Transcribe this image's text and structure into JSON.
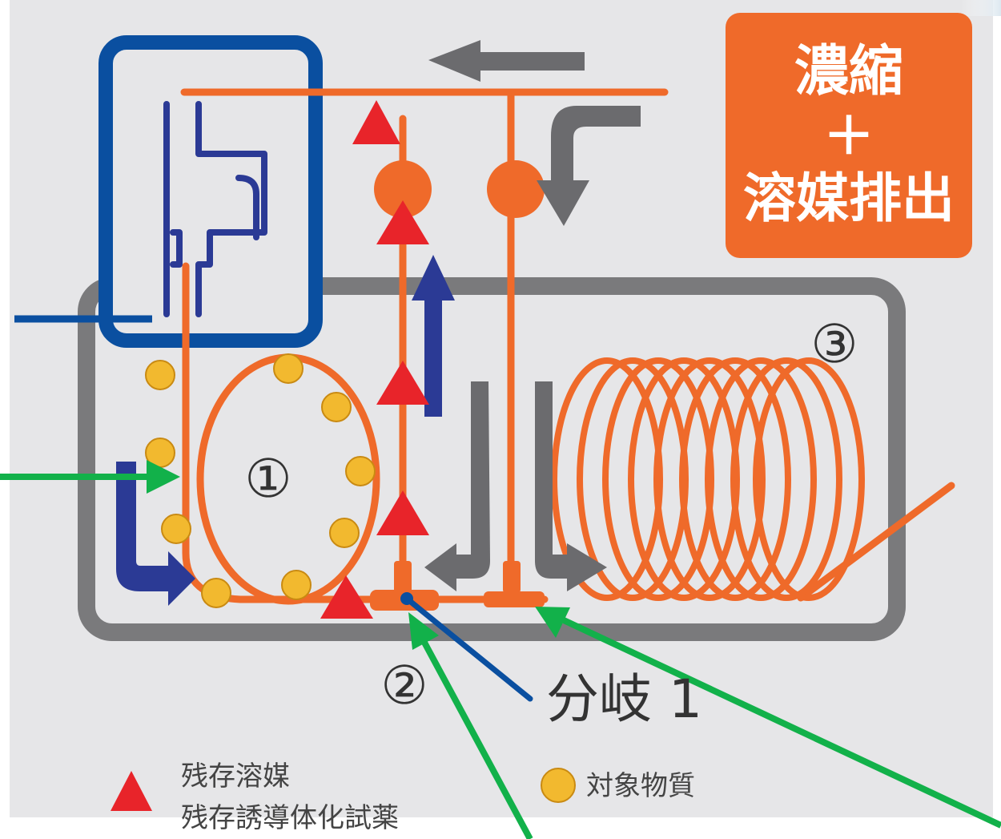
{
  "title_box": {
    "line1": "濃縮",
    "line2": "＋",
    "line3": "溶媒排出"
  },
  "labels": {
    "n1": "①",
    "n2": "②",
    "n3": "③",
    "branch": "分岐 1"
  },
  "legend": {
    "triangle_line1": "残存溶媒",
    "triangle_line2": "残存誘導体化試薬",
    "circle_label": "対象物質"
  },
  "colors": {
    "background": "#e6e6e8",
    "orange": "#ef6a2a",
    "navy": "#0a4fa0",
    "indigo": "#2b3a95",
    "gray": "#6b6b6e",
    "red": "#e8242a",
    "yellow": "#f2b92f",
    "green": "#12b14a"
  }
}
